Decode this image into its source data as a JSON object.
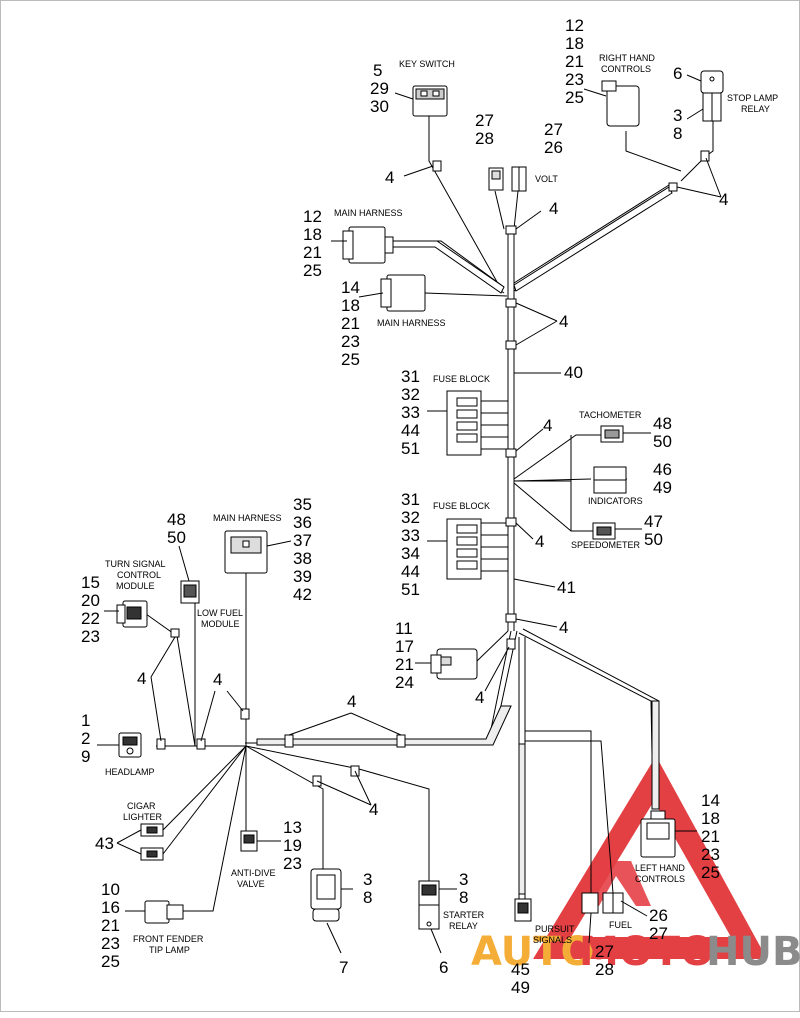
{
  "labels": {
    "key_switch": "KEY SWITCH",
    "right_hand_controls_1": "RIGHT HAND",
    "right_hand_controls_2": "CONTROLS",
    "stop_lamp_relay_1": "STOP LAMP",
    "stop_lamp_relay_2": "RELAY",
    "volt": "VOLT",
    "main_harness": "MAIN HARNESS",
    "fuse_block": "FUSE BLOCK",
    "tachometer": "TACHOMETER",
    "indicators": "INDICATORS",
    "speedometer": "SPEEDOMETER",
    "turn_signal_1": "TURN SIGNAL",
    "turn_signal_2": "CONTROL",
    "turn_signal_3": "MODULE",
    "low_fuel_1": "LOW FUEL",
    "low_fuel_2": "MODULE",
    "headlamp": "HEADLAMP",
    "cigar_lighter_1": "CIGAR",
    "cigar_lighter_2": "LIGHTER",
    "anti_dive_1": "ANTI-DIVE",
    "anti_dive_2": "VALVE",
    "front_fender_1": "FRONT FENDER",
    "front_fender_2": "TIP LAMP",
    "starter_relay_1": "STARTER",
    "starter_relay_2": "RELAY",
    "pursuit_1": "PURSUIT",
    "pursuit_2": "SIGNALS",
    "fuel": "FUEL",
    "left_hand_1": "LEFT HAND",
    "left_hand_2": "CONTROLS"
  },
  "callouts": {
    "key_switch": [
      "5",
      "29",
      "30"
    ],
    "key_clip": "4",
    "rh_controls": [
      "12",
      "18",
      "21",
      "23",
      "25"
    ],
    "stop_relay_top": "6",
    "stop_relay_side": [
      "3",
      "8"
    ],
    "stop_clip": "4",
    "gauge1": [
      "27",
      "28"
    ],
    "gauge2": [
      "27",
      "26"
    ],
    "trunk_clip1": "4",
    "main1": [
      "12",
      "18",
      "21",
      "25"
    ],
    "main2": [
      "14",
      "18",
      "21",
      "23",
      "25"
    ],
    "clips2": "4",
    "trunk1": "40",
    "fuse1": [
      "31",
      "32",
      "33",
      "44",
      "51"
    ],
    "fuse1_clip": "4",
    "tach": [
      "48",
      "50"
    ],
    "ind": [
      "46",
      "49"
    ],
    "speedo": [
      "47",
      "50"
    ],
    "fuse2": [
      "31",
      "32",
      "33",
      "34",
      "44",
      "51"
    ],
    "fuse2_clip": "4",
    "trunk2": "41",
    "lower_clip": "4",
    "conn_left": [
      "11",
      "17",
      "21",
      "24"
    ],
    "conn_clip": "4",
    "main3": [
      "35",
      "36",
      "37",
      "38",
      "39",
      "42"
    ],
    "low_fuel": [
      "48",
      "50"
    ],
    "turn_signal": [
      "15",
      "20",
      "22",
      "23"
    ],
    "clips_left": "4",
    "clips_mid": "4",
    "clips_harness": "4",
    "clips_low": "4",
    "headlamp": [
      "1",
      "2",
      "9"
    ],
    "cigar": "43",
    "anti_dive": [
      "13",
      "19",
      "23"
    ],
    "front_fender": [
      "10",
      "16",
      "21",
      "23",
      "25"
    ],
    "comp_7_side": [
      "3",
      "8"
    ],
    "comp_7": "7",
    "starter_side": [
      "3",
      "8"
    ],
    "starter": "6",
    "pursuit": [
      "45",
      "49"
    ],
    "fuel_a": [
      "27",
      "28"
    ],
    "fuel_b": [
      "26",
      "27"
    ],
    "left_hand": [
      "14",
      "18",
      "21",
      "23",
      "25"
    ]
  },
  "watermark": {
    "text_1": "AUTO",
    "text_2": "MOTO",
    "text_3": "HUB",
    "color_red": "#e0262b",
    "color_orange": "#f3a21b",
    "color_gray": "#7c7c7c"
  }
}
